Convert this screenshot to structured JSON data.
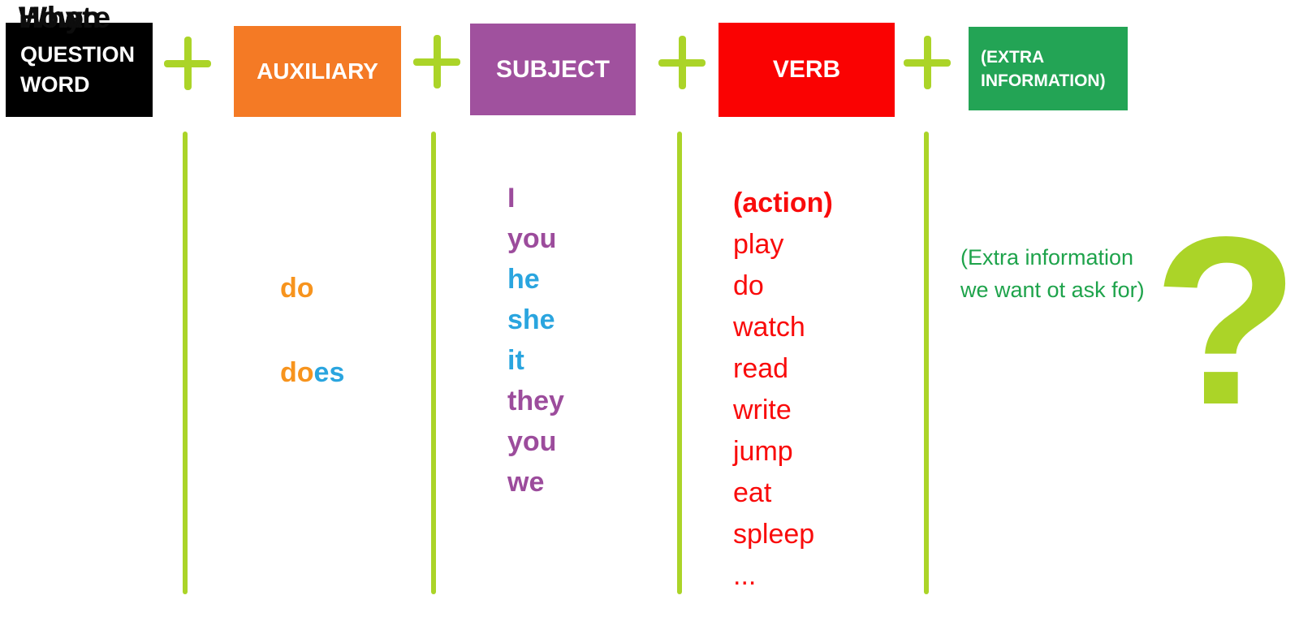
{
  "palette": {
    "chartreuse": "#ABD428",
    "black_box": "#000000",
    "orange_box": "#F47A25",
    "purple_box": "#A0519E",
    "red_box": "#FA0202",
    "green_box": "#23A455",
    "orange_text": "#F7941E",
    "blue_text": "#2AA5DF",
    "purple_text": "#9C4C9C",
    "red_text": "#F90B0B",
    "green_text": "#1EA34B",
    "question_word_text": "#0D0D0D",
    "white": "#FFFFFF"
  },
  "formula": {
    "plus": "+",
    "boxes": [
      {
        "label": "QUESTION WORD"
      },
      {
        "label": "AUXILIARY"
      },
      {
        "label": "SUBJECT"
      },
      {
        "label": "VERB"
      },
      {
        "label": "(EXTRA INFORMATION)"
      }
    ]
  },
  "question_words": {
    "items": [
      "What",
      "Where",
      "When",
      "Who",
      "How",
      "Why"
    ]
  },
  "auxiliary": {
    "do": {
      "text": "do",
      "color": "orange"
    },
    "does": {
      "parts": [
        {
          "text": "do",
          "color": "orange"
        },
        {
          "text": "es",
          "color": "blue"
        }
      ]
    }
  },
  "subject": {
    "items": [
      {
        "text": "I",
        "color": "purple"
      },
      {
        "text": "you",
        "color": "purple"
      },
      {
        "text": "he",
        "color": "blue"
      },
      {
        "text": "she",
        "color": "blue"
      },
      {
        "text": "it",
        "color": "blue"
      },
      {
        "text": "they",
        "color": "purple"
      },
      {
        "text": "you",
        "color": "purple"
      },
      {
        "text": "we",
        "color": "purple"
      }
    ]
  },
  "verb": {
    "header": "(action)",
    "items": [
      "play",
      "do",
      "watch",
      "read",
      "write",
      "jump",
      "eat",
      "spleep",
      "..."
    ]
  },
  "extra_info": {
    "line1": "(Extra information",
    "line2": "we want ot ask for)"
  },
  "question_mark": "?"
}
